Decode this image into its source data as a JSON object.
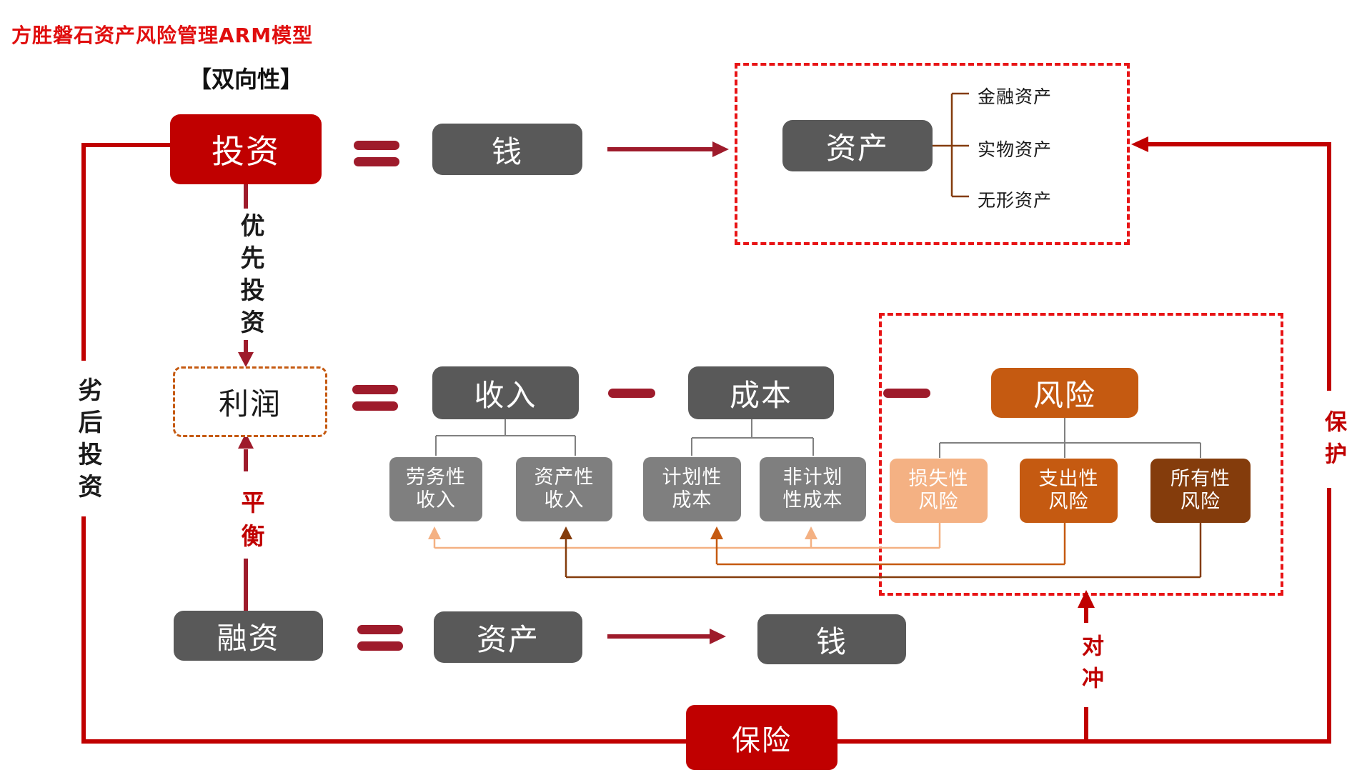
{
  "title": "方胜磐石资产风险管理ARM模型",
  "subtitle": "【双向性】",
  "nodes": {
    "investment": "投资",
    "money_top": "钱",
    "asset_top": "资产",
    "profit": "利润",
    "income": "收入",
    "cost": "成本",
    "risk": "风险",
    "financing": "融资",
    "asset_bottom": "资产",
    "money_bottom": "钱",
    "insurance": "保险"
  },
  "asset_types": [
    "金融资产",
    "实物资产",
    "无形资产"
  ],
  "income_children": [
    {
      "l1": "劳务性",
      "l2": "收入"
    },
    {
      "l1": "资产性",
      "l2": "收入"
    }
  ],
  "cost_children": [
    {
      "l1": "计划性",
      "l2": "成本"
    },
    {
      "l1": "非计划",
      "l2": "性成本"
    }
  ],
  "risk_children": [
    {
      "l1": "损失性",
      "l2": "风险"
    },
    {
      "l1": "支出性",
      "l2": "风险"
    },
    {
      "l1": "所有性",
      "l2": "风险"
    }
  ],
  "labels": {
    "priority_investment": "优先投资",
    "subordinated_investment": "劣后投资",
    "balance": "平衡",
    "protection": "保护",
    "hedge": "对冲"
  },
  "colors": {
    "primary_red": "#c00000",
    "dark_red": "#9e1b2b",
    "dashed_red": "#e81416",
    "dark_gray": "#595959",
    "mid_gray": "#7f7f7f",
    "orange": "#c55a11",
    "light_orange": "#f4b183",
    "brown": "#843c0c"
  }
}
